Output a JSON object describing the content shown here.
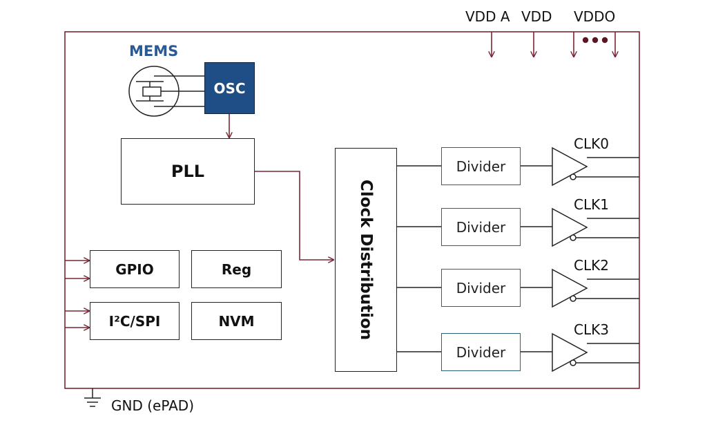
{
  "supplies": [
    "VDD A",
    "VDD",
    "VDDO"
  ],
  "mems_label": "MEMS",
  "osc_label": "OSC",
  "pll_label": "PLL",
  "clock_distribution_label": "Clock Distribution",
  "control_blocks": {
    "gpio": "GPIO",
    "reg": "Reg",
    "i2c_spi": "I²C/SPI",
    "nvm": "NVM"
  },
  "divider_label": "Divider",
  "outputs": [
    "CLK0",
    "CLK1",
    "CLK2",
    "CLK3"
  ],
  "ground_label": "GND (ePAD)",
  "colors": {
    "border": "#7a2533",
    "osc_fill": "#1f4e87",
    "mems_text": "#2a5a93",
    "divider_border": "#2e5f7a",
    "line": "#222222"
  }
}
